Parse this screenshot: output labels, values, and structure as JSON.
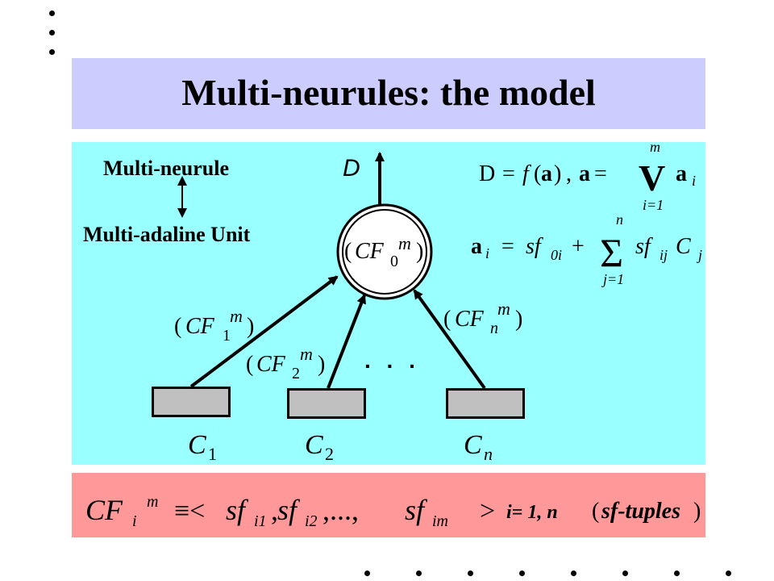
{
  "title": "Multi-neurules: the model",
  "labels": {
    "multi_neurule": "Multi-neurule",
    "multi_adaline": "Multi-adaline Unit",
    "output": "D",
    "ellipsis": ". . ."
  },
  "weights": {
    "cf0": {
      "base": "CF",
      "sub": "0",
      "sup": "m"
    },
    "cf1": {
      "base": "CF",
      "sub": "1",
      "sup": "m"
    },
    "cf2": {
      "base": "CF",
      "sub": "2",
      "sup": "m"
    },
    "cfn": {
      "base": "CF",
      "sub": "n",
      "sup": "m"
    }
  },
  "inputs": [
    {
      "base": "C",
      "sub": "1"
    },
    {
      "base": "C",
      "sub": "2"
    },
    {
      "base": "C",
      "sub": "n"
    }
  ],
  "equations": {
    "eq1": {
      "lhs": "D",
      "eq": "=",
      "f": "f",
      "a": "a",
      "a_i": "a",
      "sub_i": "i",
      "vee": "V",
      "vee_top": "m",
      "vee_bottom": "i=1"
    },
    "eq2": {
      "a": "a",
      "sub_i": "i",
      "sf": "sf",
      "sub_0i": "0i",
      "plus": "+",
      "sigma_top": "n",
      "sigma_bottom": "j=1",
      "sub_ij": "ij",
      "C": "C",
      "sub_j": "j"
    }
  },
  "definition": {
    "cf": "CF",
    "sub_i": "i",
    "sup_m": "m",
    "equiv": "≡<",
    "sf": "sf",
    "sub1": "i1",
    "sub2": "i2",
    "dots": ",...,",
    "subm": "im",
    "close": ">",
    "range": "i= 1, n",
    "tuples_open": "(",
    "tuples_label": "sf-tuples",
    "tuples_close": ")"
  }
}
